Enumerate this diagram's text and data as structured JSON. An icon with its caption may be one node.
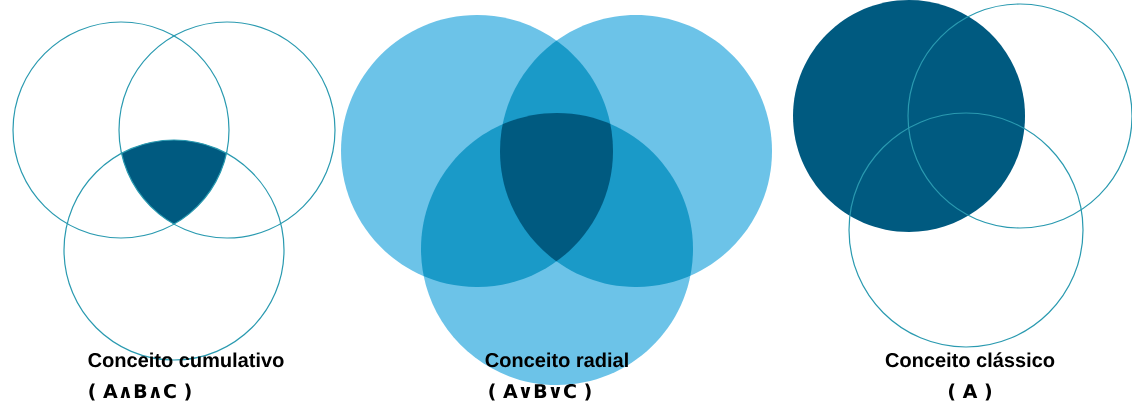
{
  "diagram": {
    "labels": [
      "Conceito cumulativo",
      "( A∧B∧C )",
      "Conceito radial",
      "( A∨B∨C )",
      "Conceito clássico",
      "( A )"
    ]
  }
}
